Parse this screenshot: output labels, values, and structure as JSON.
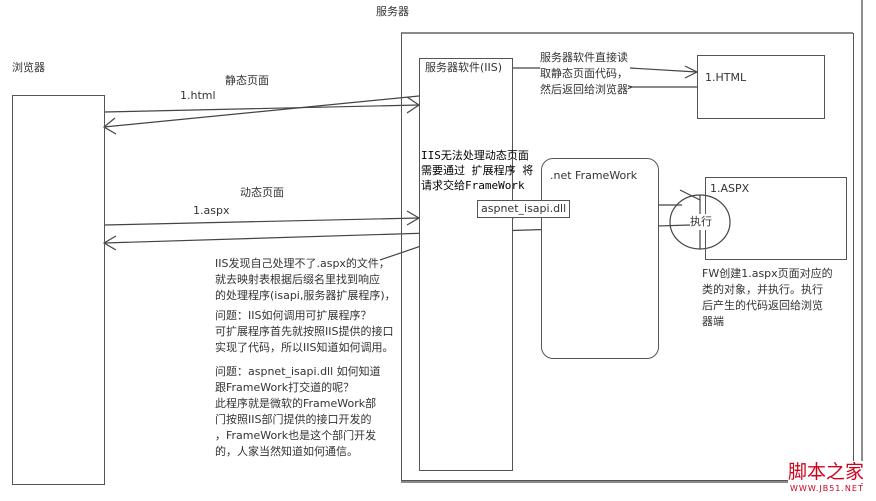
{
  "server_label": "服务器",
  "browser_label": "浏览器",
  "static_page": "静态页面",
  "static_file": "1.html",
  "dynamic_page": "动态页面",
  "dynamic_file": "1.aspx",
  "iis_label": "服务器软件(IIS)",
  "iis_static_note": [
    "服务器软件直接读",
    "取静态页面代码，",
    "然后返回给浏览器"
  ],
  "html_file": "1.HTML",
  "iis_dynamic_note": [
    "IIS无法处理动态页面",
    "需要通过 扩展程序 将",
    "请求交给FrameWork"
  ],
  "isapi": "aspnet_isapi.dll",
  "framework": ".net FrameWork",
  "aspx_file": "1.ASPX",
  "execute": "执行",
  "fw_note": [
    "FW创建1.aspx页面对应的",
    "类的对象，并执行。执行",
    "后产生的代码返回给浏览",
    "器端"
  ],
  "explain_1": [
    "IIS发现自己处理不了.aspx的文件，",
    "就去映射表根据后缀名里找到响应",
    "的处理程序(isapi,服务器扩展程序)，"
  ],
  "explain_2": [
    "问题：IIS如何调用可扩展程序？",
    "可扩展程序首先就按照IIS提供的接口",
    "实现了代码，所以IIS知道如何调用。"
  ],
  "explain_3": [
    "问题：aspnet_isapi.dll 如何知道",
    "跟FrameWork打交道的呢？",
    "此程序就是微软的FrameWork部",
    "门按照IIS部门提供的接口开发的",
    "，FrameWork也是这个部门开发",
    "的，人家当然知道如何通信。"
  ],
  "watermark": {
    "name": "脚本之家",
    "url": "www.jb51.net",
    "color": "#d0021b"
  }
}
